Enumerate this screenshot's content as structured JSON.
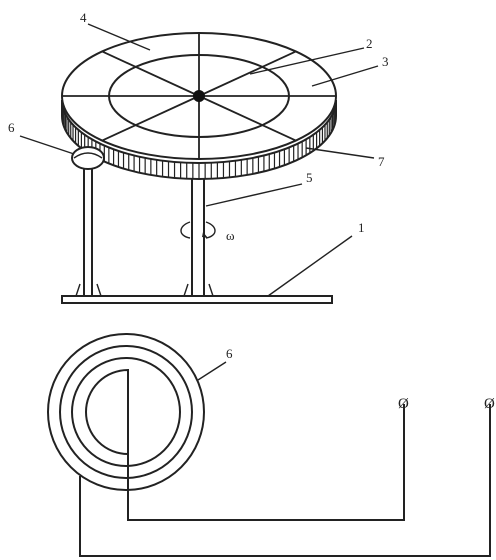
{
  "labels": {
    "base": "1",
    "inner_ring": "2",
    "outer_ring": "3",
    "spoke": "4",
    "shaft": "5",
    "coil_top": "6",
    "rim": "7",
    "coil_bottom": "6",
    "omega": "ω",
    "terminal_a": "Ø",
    "terminal_b": "Ø"
  }
}
